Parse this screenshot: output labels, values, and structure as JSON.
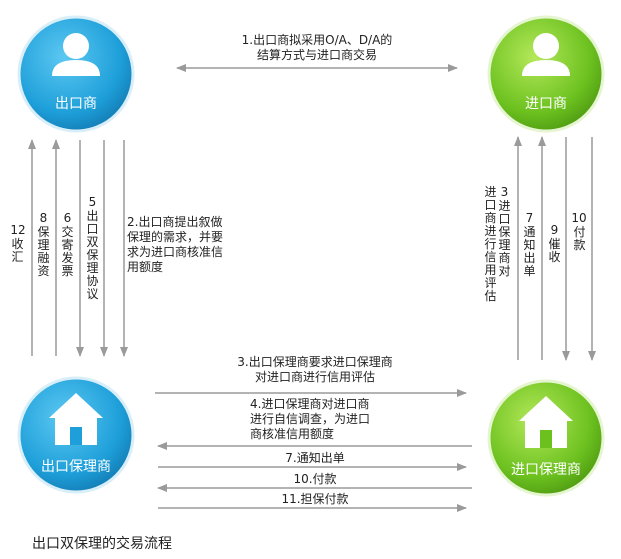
{
  "nodes": {
    "exporter": {
      "label": "出口商",
      "color": "#1e9fd9"
    },
    "importer": {
      "label": "进口商",
      "color": "#6cc11f"
    },
    "export_factor": {
      "label": "出口保理商",
      "color": "#1e9fd9"
    },
    "import_factor": {
      "label": "进口保理商",
      "color": "#6cc11f"
    }
  },
  "steps": {
    "s1_line1": "1.出口商拟采用O/A、D/A的",
    "s1_line2": "结算方式与进口商交易",
    "s2_line1": "2.出口商提出叙做",
    "s2_line2": "保理的需求，并要",
    "s2_line3": "求为进口商核准信",
    "s2_line4": "用额度",
    "s3_line1": "3.出口保理商要求进口保理商",
    "s3_line2": "对进口商进行信用评估",
    "s4_line1": "4.进口保理商对进口商",
    "s4_line2": "进行自信调查，为进口",
    "s4_line3": "商核准信用额度",
    "s7": "7.通知出单",
    "s10": "10.付款",
    "s11": "11.担保付款"
  },
  "vertical_labels": {
    "v12_num": "12",
    "v12_txt": "收汇",
    "v8_num": "8",
    "v8_txt": "保理融资",
    "v6_num": "6",
    "v6_txt": "交寄发票",
    "v5_num": "5",
    "v5_txt": "出口双保理协议",
    "v3_num": "3",
    "v3_col1": "进口保理商对",
    "v3_col2": "进口商进行信用评估",
    "v7_num": "7",
    "v7_txt": "通知出单",
    "v9_num": "9",
    "v9_txt": "催收",
    "v10_num": "10",
    "v10_txt": "付款"
  },
  "caption": "出口双保理的交易流程",
  "colors": {
    "arrow": "#9a9a9a",
    "blue": "#1e9fd9",
    "green": "#6cc11f"
  },
  "icons": {
    "exporter": "person-icon",
    "importer": "person-icon",
    "export_factor": "house-icon",
    "import_factor": "house-icon"
  }
}
